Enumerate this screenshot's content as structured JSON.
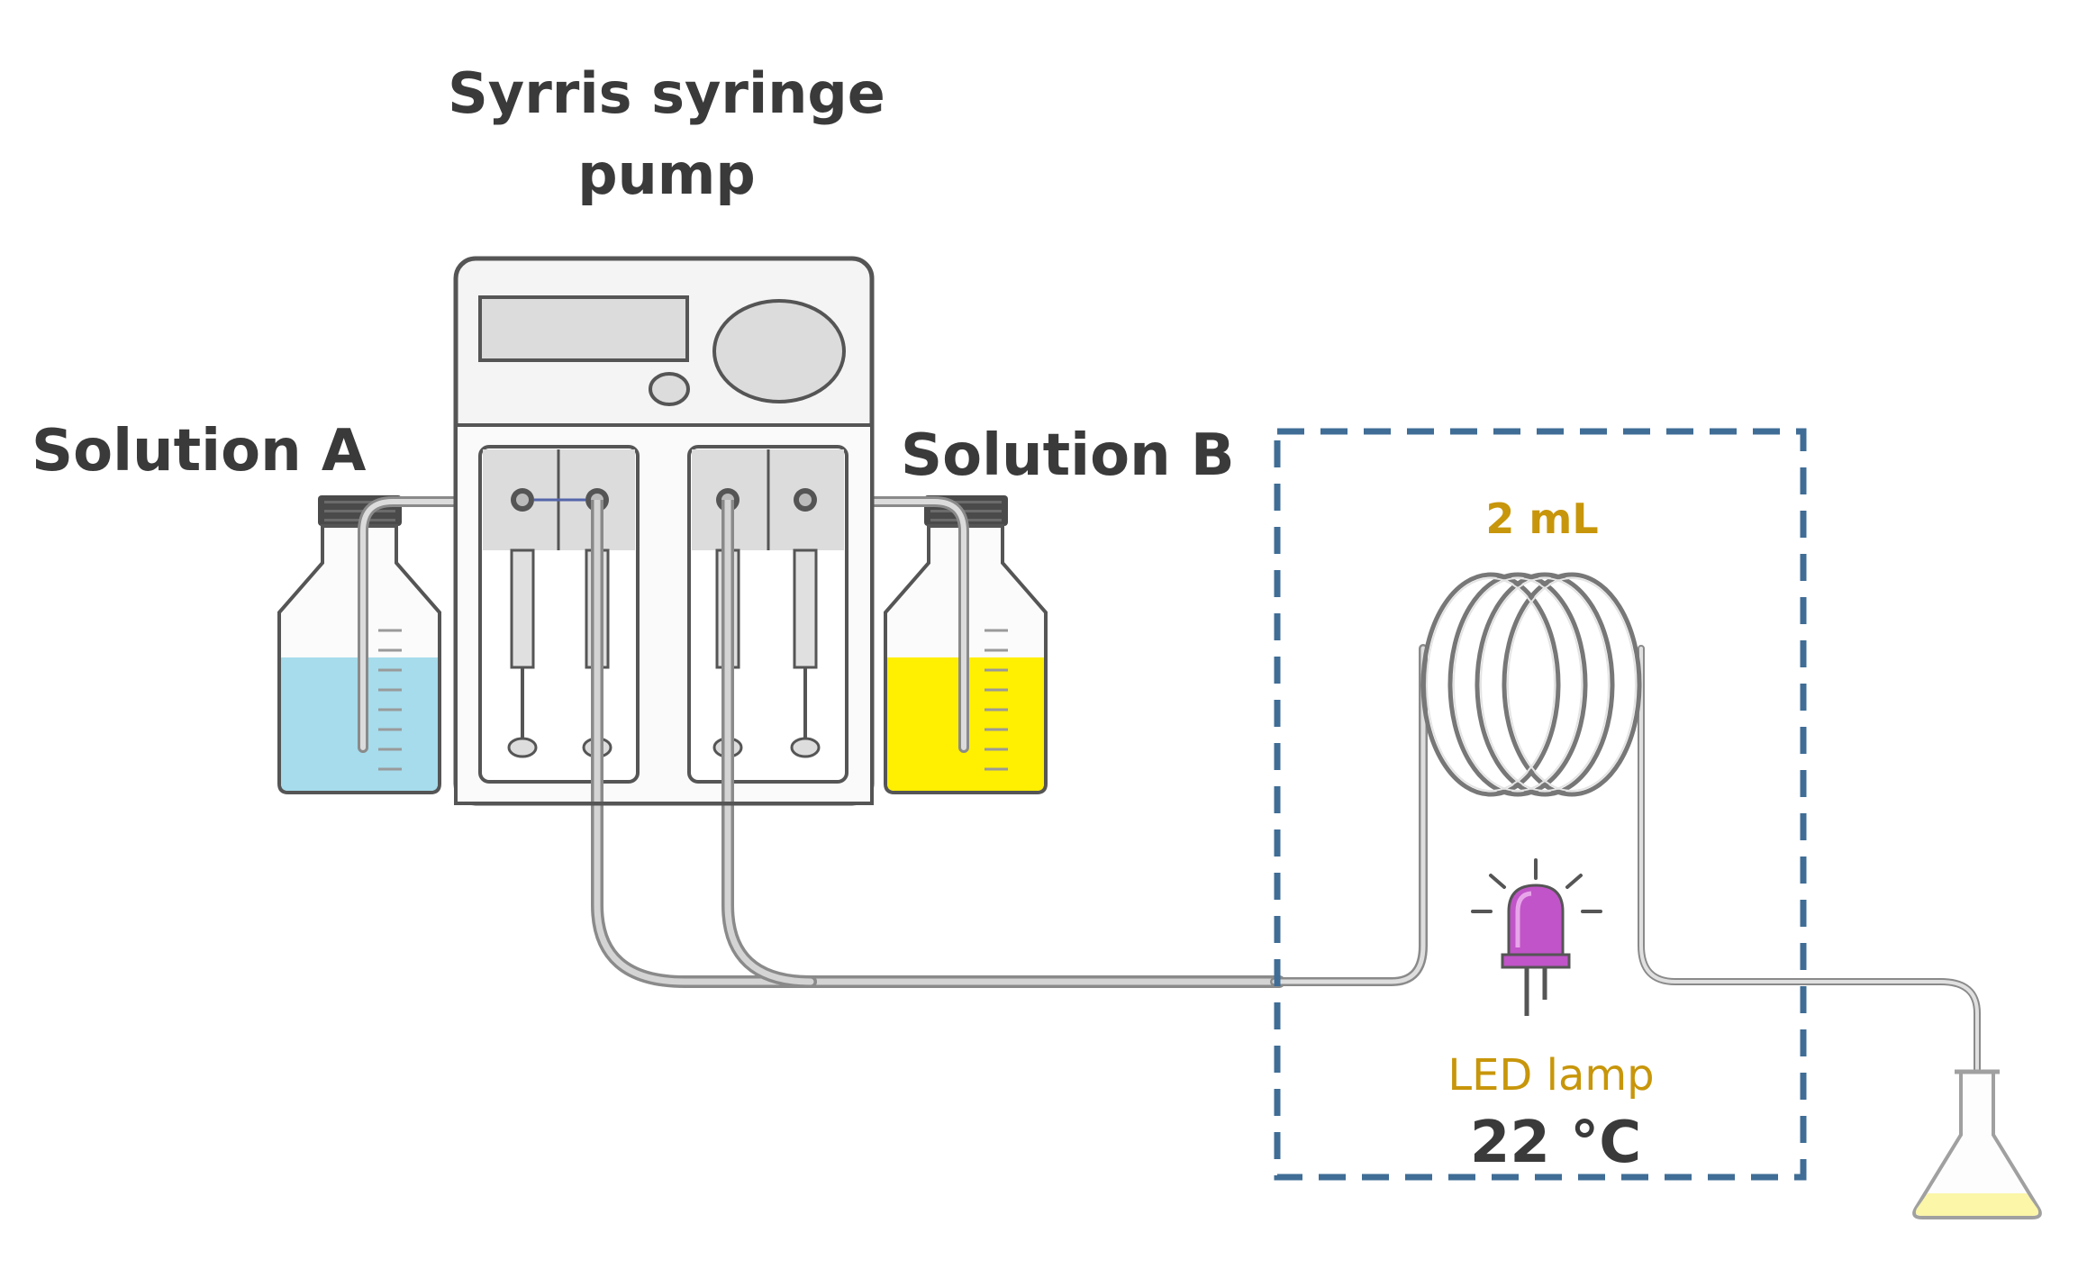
{
  "labels": {
    "pump_title_line1": "Syrris syringe",
    "pump_title_line2": "pump",
    "solution_a": "Solution A",
    "solution_b": "Solution B",
    "coil_volume": "2 mL",
    "lamp": "LED lamp",
    "temperature": "22 °C"
  },
  "colors": {
    "solution_a_liquid": "#a6dcec",
    "solution_b_liquid": "#ffef00",
    "label_dark": "#3a3a3a",
    "label_accent": "#c8960a",
    "dashed_box": "#3f6d96",
    "led": "#c154c8",
    "tubing": "#9a9a9a",
    "flask_liquid": "#fbf6a8"
  },
  "icons": {
    "pump": "syringe-pump-icon",
    "bottle_a": "bottle-icon",
    "bottle_b": "bottle-icon",
    "coil": "coil-reactor-icon",
    "led": "led-lamp-icon",
    "flask": "erlenmeyer-flask-icon"
  }
}
